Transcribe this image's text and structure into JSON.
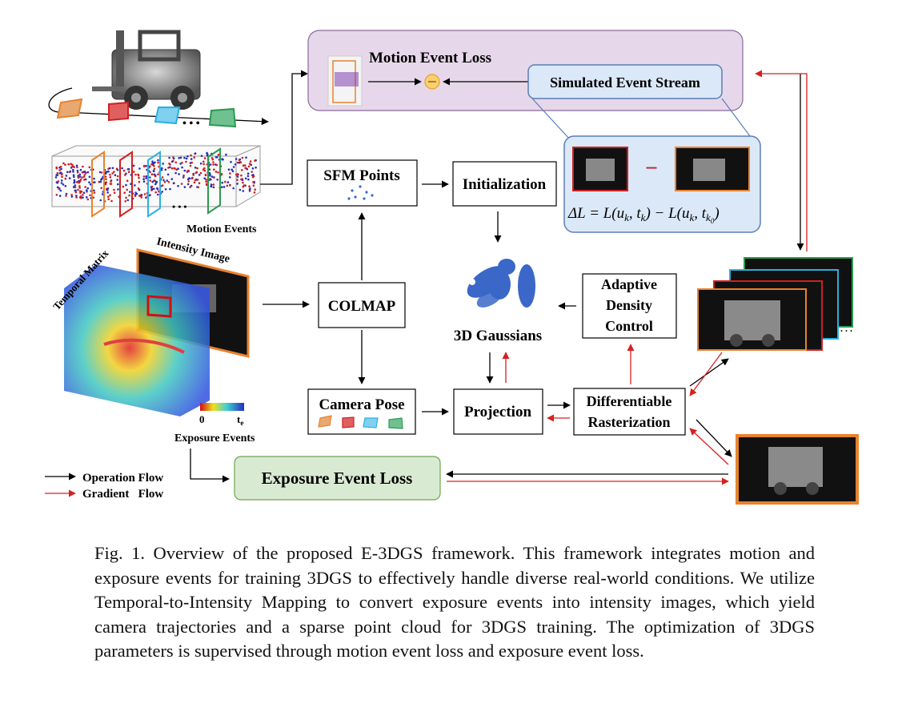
{
  "labels": {
    "motion_event_loss": "Motion Event Loss",
    "simulated_event_stream": "Simulated Event Stream",
    "sfm_points": "SFM Points",
    "initialization": "Initialization",
    "colmap": "COLMAP",
    "gaussians": "3D Gaussians",
    "adaptive_line1": "Adaptive",
    "adaptive_line2": "Density",
    "adaptive_line3": "Control",
    "camera_pose": "Camera Pose",
    "projection": "Projection",
    "diff_line1": "Differentiable",
    "diff_line2": "Rasterization",
    "exposure_event_loss": "Exposure Event Loss",
    "motion_events": "Motion Events",
    "temporal_matrix": "Temporal Matrix",
    "intensity_image": "Intensity Image",
    "exposure_events": "Exposure Events",
    "colorbar_min": "0",
    "colorbar_max": "t",
    "colorbar_max_sub": "e",
    "legend_operation": "Operation Flow",
    "legend_gradient": "Gradient   Flow",
    "dots": "• • •",
    "minus": "−",
    "formula": "ΔL = L(u",
    "formula_k1": "k",
    "formula_mid": ", t",
    "formula_k2": "k",
    "formula_mid2": ") − L(u",
    "formula_k3": "k",
    "formula_mid3": ", t",
    "formula_k0": "k",
    "formula_k0_sub": "0",
    "formula_end": ")"
  },
  "colors": {
    "motion_loss_fill": "#e6d8ea",
    "motion_loss_border": "#8a6a9a",
    "sim_stream_fill": "#dbe8f8",
    "sim_stream_border": "#5a7fb5",
    "exposure_loss_fill": "#d9ead3",
    "exposure_loss_border": "#6aa84f",
    "gradient_arrow": "#d62020",
    "operation_arrow": "#000000",
    "gaussian_blue": "#3a67c8",
    "frame_orange": "#e8822e",
    "frame_red": "#d02020",
    "frame_cyan": "#2ab0e0",
    "frame_green": "#2a9a50"
  },
  "caption": "Fig. 1.  Overview of the proposed E-3DGS framework.  This framework integrates motion and exposure events for training 3DGS to effectively handle diverse real-world conditions. We utilize Temporal-to-Intensity Mapping to convert exposure events into intensity images, which yield camera trajectories and a sparse point cloud for 3DGS training. The optimization of 3DGS parameters is supervised through motion event loss and exposure event loss."
}
